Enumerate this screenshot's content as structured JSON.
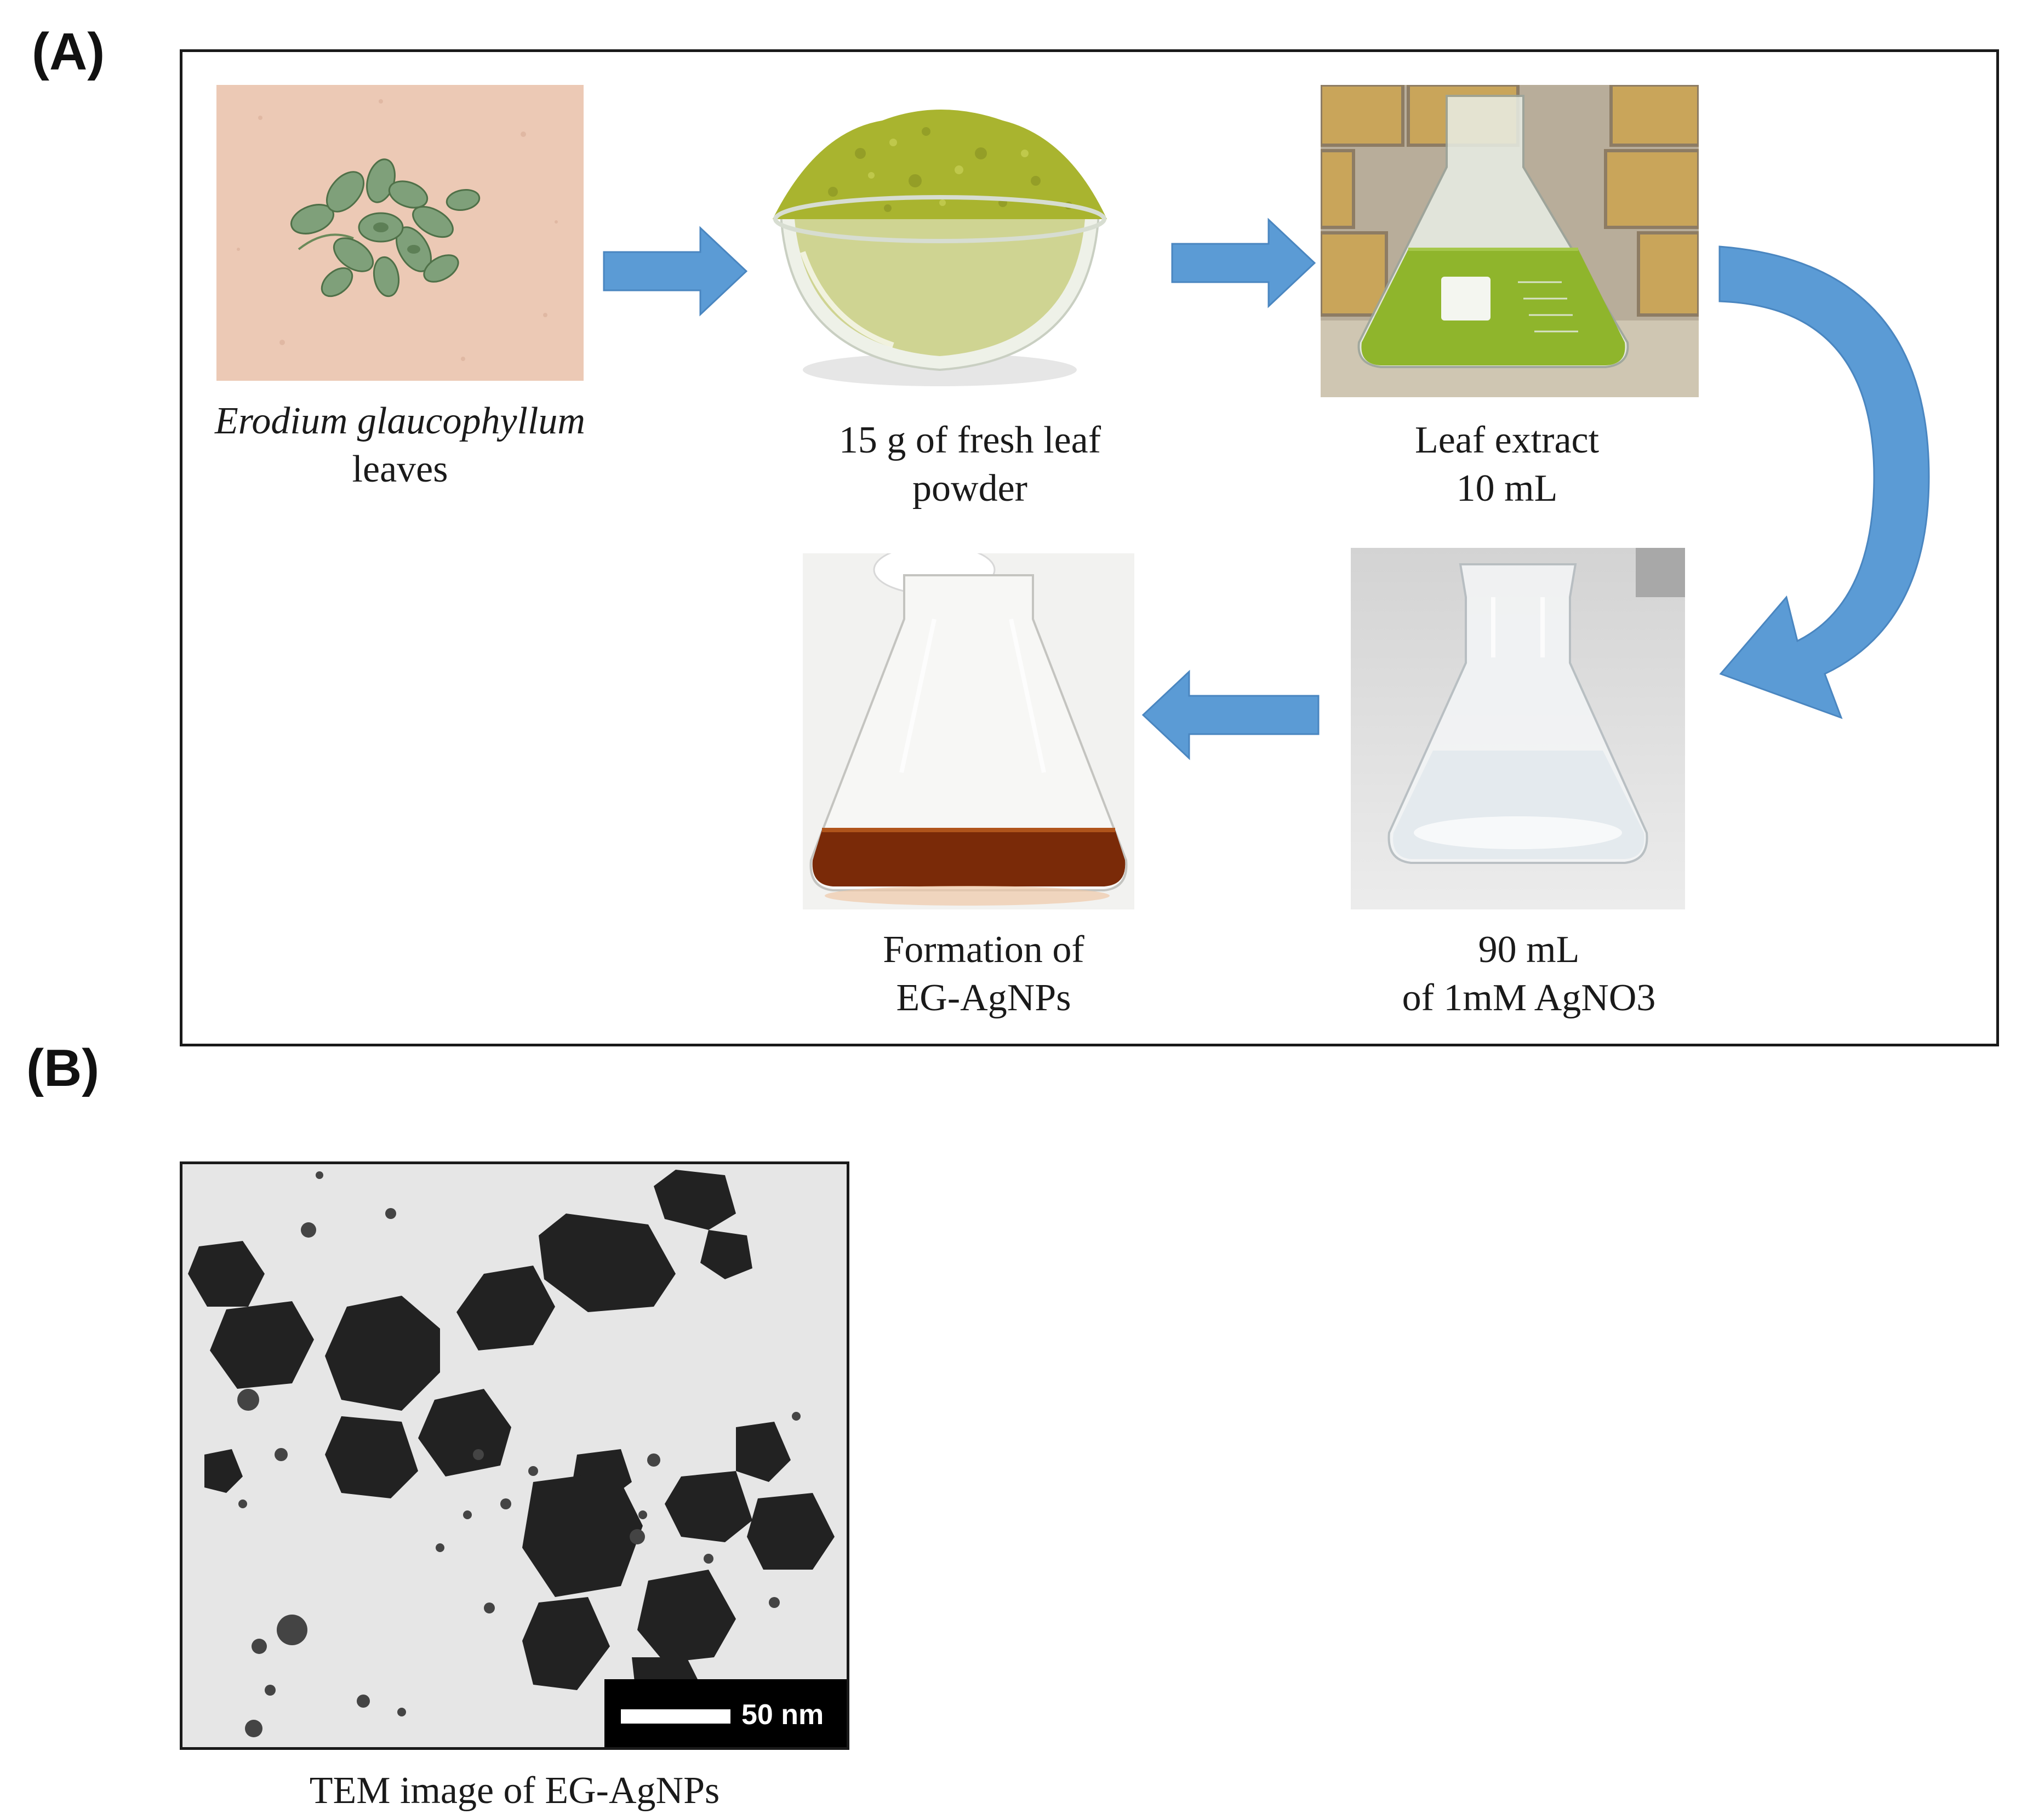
{
  "panels": {
    "a_label": "(A)",
    "b_label": "(B)"
  },
  "steps": {
    "plant": {
      "name": "Erodium glaucophyllum",
      "line2": "leaves"
    },
    "powder": {
      "line1": "15 g of fresh leaf",
      "line2": "powder"
    },
    "extract": {
      "line1": "Leaf extract",
      "line2": "10 mL"
    },
    "agno3": {
      "line1": "90 mL",
      "line2": "of 1mM AgNO3"
    },
    "formation": {
      "line1": "Formation of",
      "line2": "EG-AgNPs"
    }
  },
  "tem": {
    "scale_bar": "50 nm",
    "caption": "TEM image of EG-AgNPs"
  },
  "colors": {
    "arrow": "#5b9bd5",
    "arrow_edge": "#4a86c0",
    "powder": "#a9b42f",
    "extract": "#8fb52c",
    "product": "#7a2a08"
  },
  "icons": [
    "arrow-right-icon",
    "curved-arrow-icon",
    "arrow-left-icon"
  ]
}
